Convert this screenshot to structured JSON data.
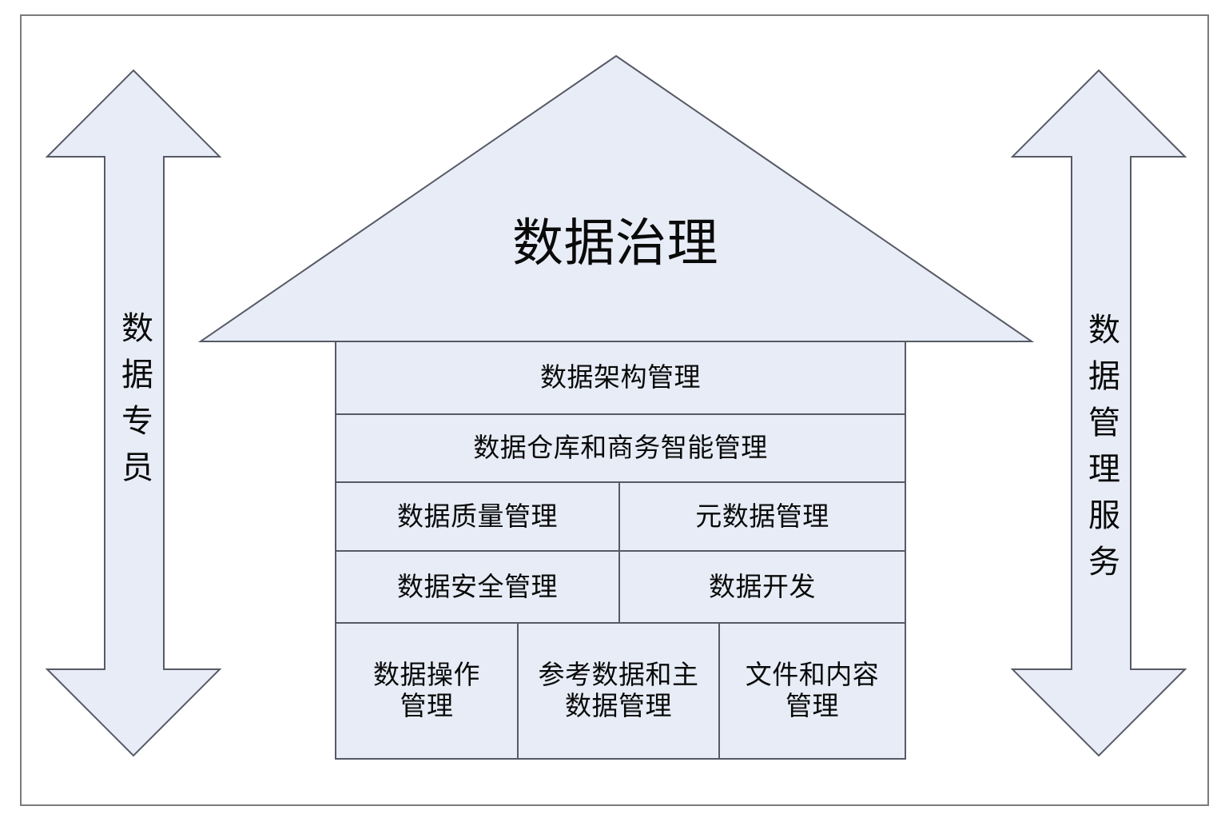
{
  "diagram": {
    "title": "数据治理",
    "style": {
      "shape_fill": "#E7ECF6",
      "shape_stroke": "#565a66",
      "frame_stroke": "#7b7b7b",
      "text_color": "#0a0a0a",
      "background": "#ffffff"
    },
    "roof": {
      "label": "数据治理"
    },
    "left_arrow": {
      "label": "数据专员",
      "direction": "double-vertical"
    },
    "right_arrow": {
      "label": "数据管理服务",
      "direction": "double-vertical"
    },
    "body_rows": [
      {
        "row": 1,
        "cells": [
          {
            "label": "数据架构管理"
          }
        ]
      },
      {
        "row": 2,
        "cells": [
          {
            "label": "数据仓库和商务智能管理"
          }
        ]
      },
      {
        "row": 3,
        "cells": [
          {
            "label": "数据质量管理"
          },
          {
            "label": "元数据管理"
          }
        ]
      },
      {
        "row": 4,
        "cells": [
          {
            "label": "数据安全管理"
          },
          {
            "label": "数据开发"
          }
        ]
      },
      {
        "row": 5,
        "cells": [
          {
            "label": "数据操作\n管理"
          },
          {
            "label": "参考数据和主\n数据管理"
          },
          {
            "label": "文件和内容\n管理"
          }
        ]
      }
    ]
  }
}
